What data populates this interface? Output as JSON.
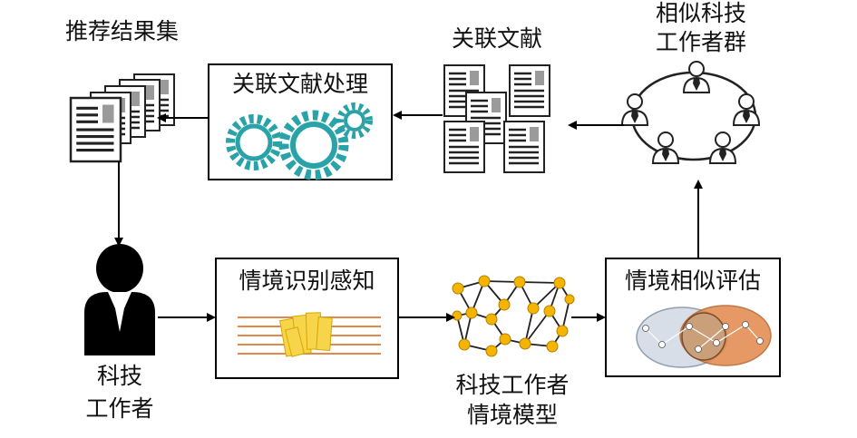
{
  "labels": {
    "recommend_set": "推荐结果集",
    "related_docs": "关联文献",
    "similar_group_line1": "相似科技",
    "similar_group_line2": "工作者群",
    "tech_worker_line1": "科技",
    "tech_worker_line2": "工作者",
    "model_line1": "科技工作者",
    "model_line2": "情境模型"
  },
  "boxes": {
    "doc_processing": "关联文献处理",
    "context_perception": "情境识别感知",
    "similarity_eval": "情境相似评估"
  },
  "colors": {
    "gear": "#2aa3a8",
    "node": "#f4b400",
    "orange": "#e2884a",
    "arrow": "#000000"
  }
}
